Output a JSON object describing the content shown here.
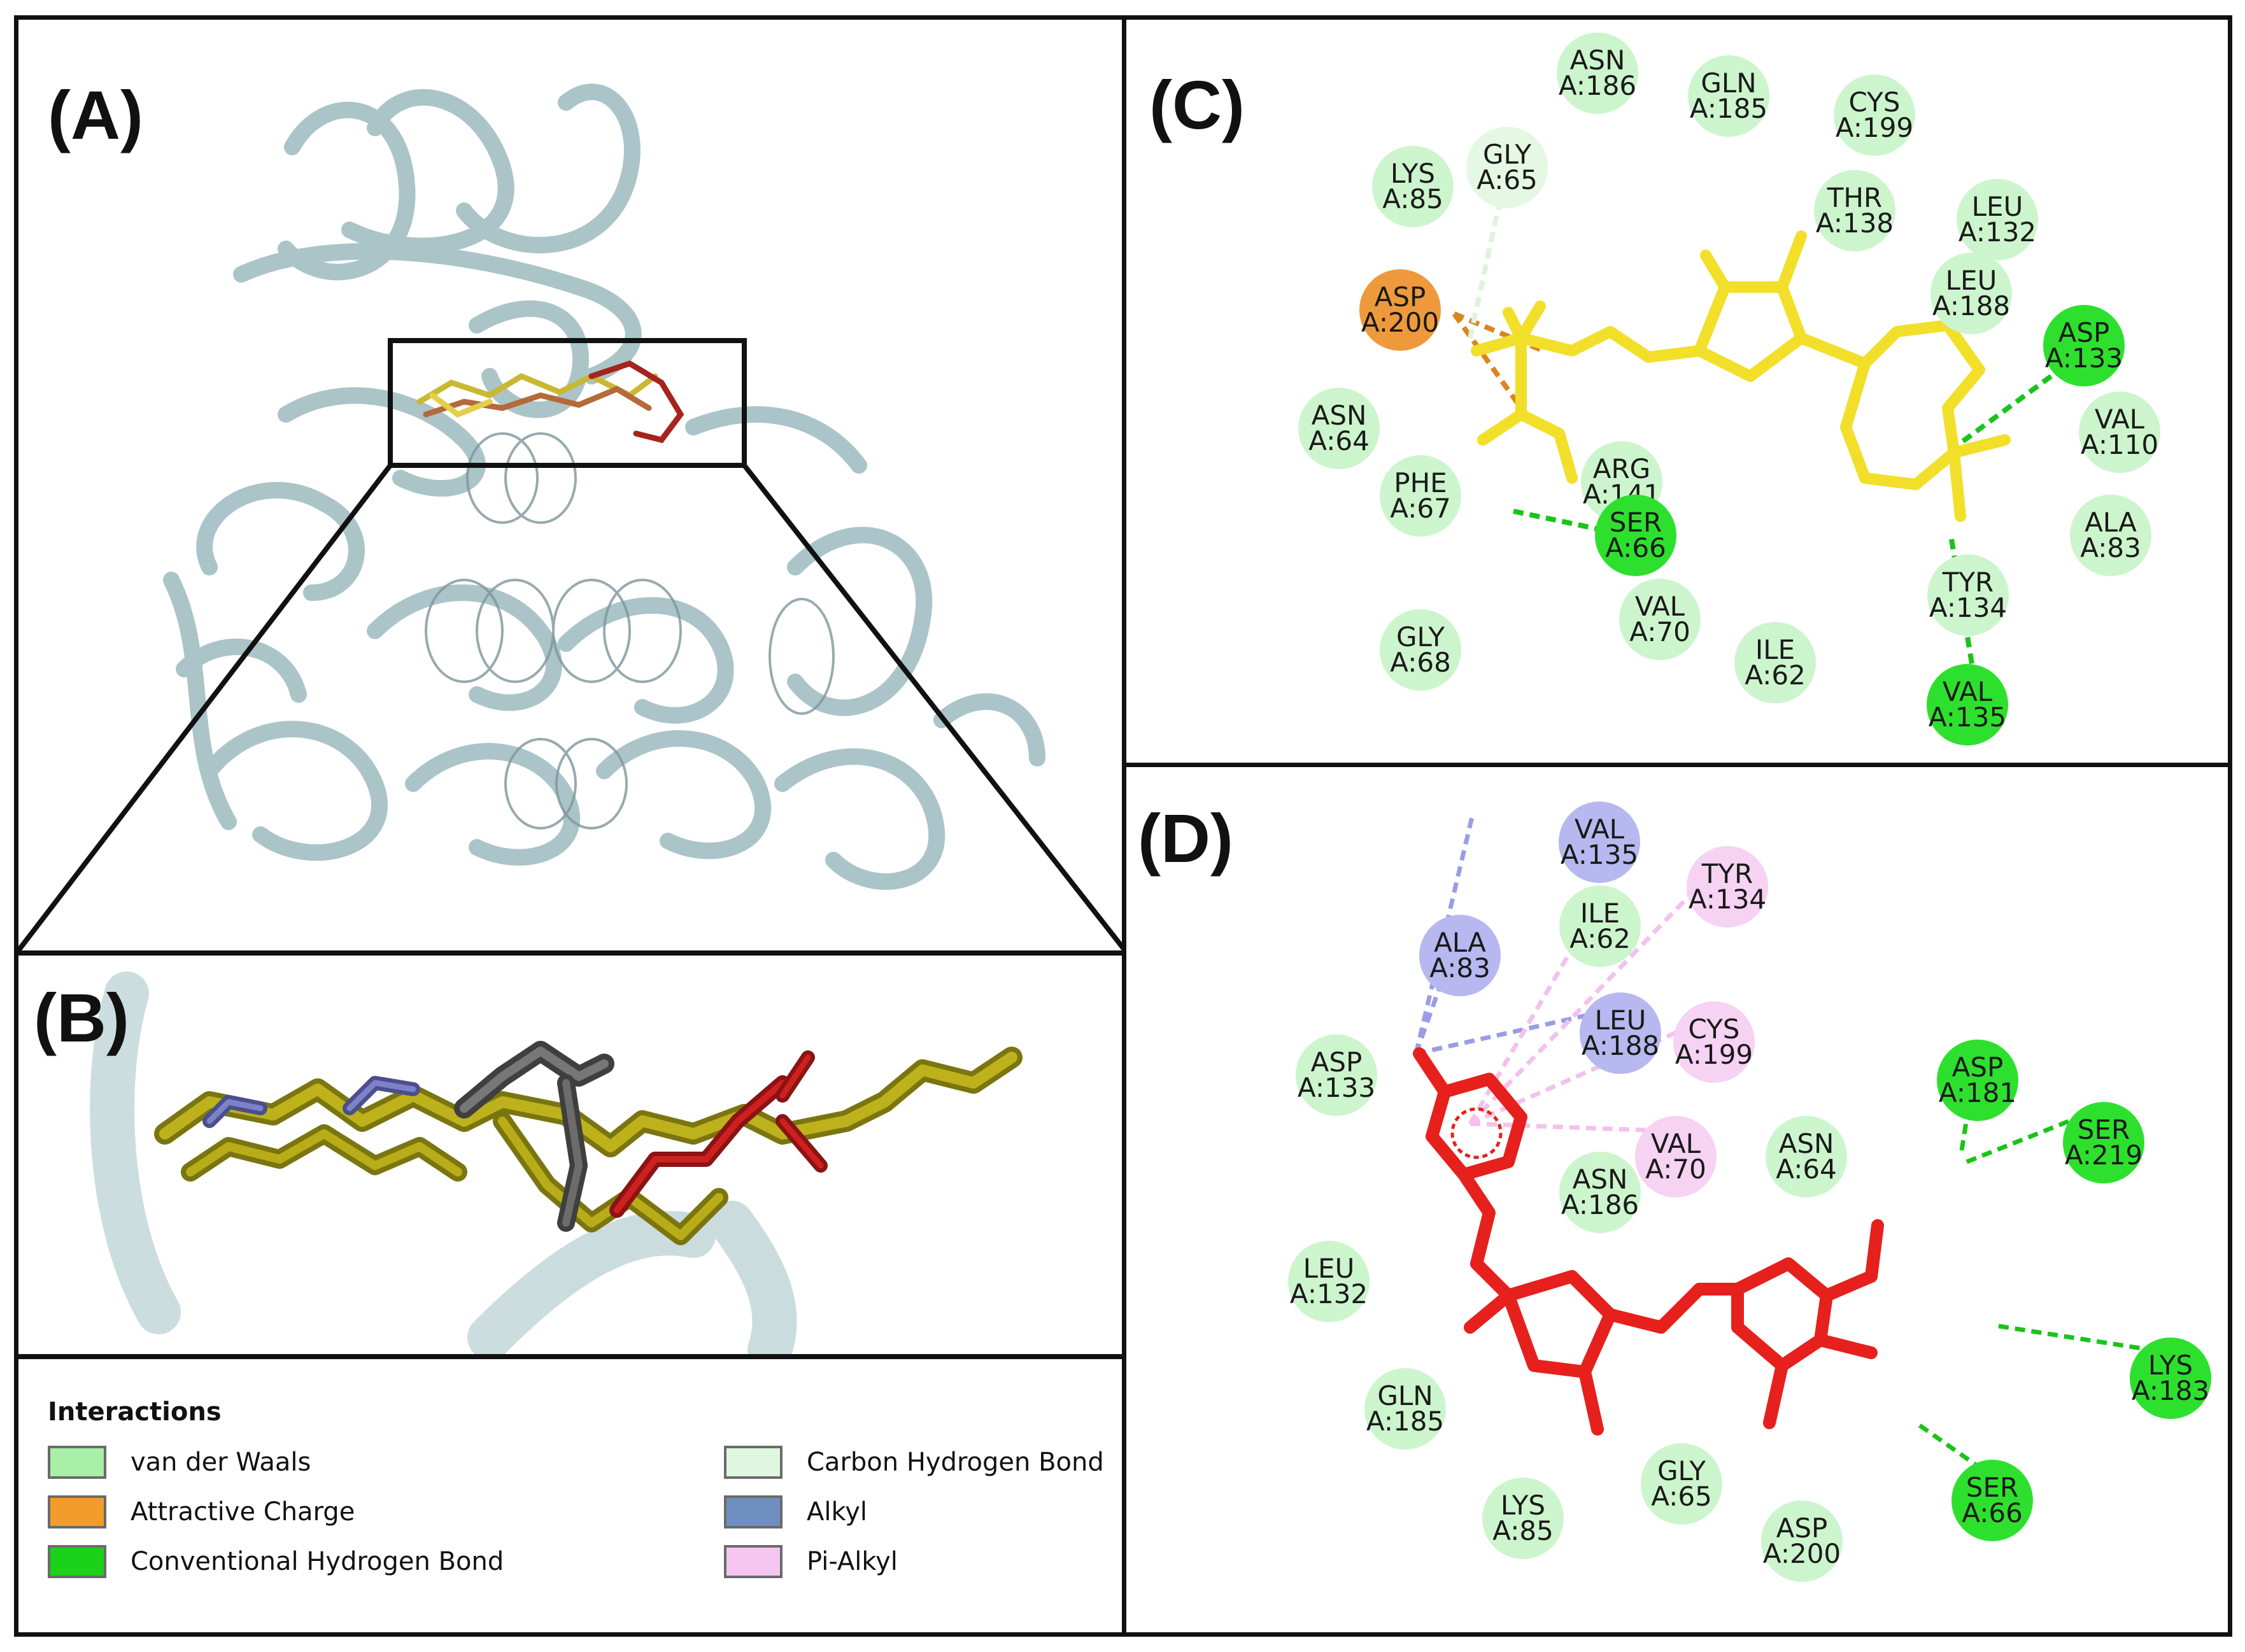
{
  "panels": {
    "A": {
      "label": "(A)"
    },
    "B": {
      "label": "(B)"
    },
    "C": {
      "label": "(C)"
    },
    "D": {
      "label": "(D)"
    }
  },
  "legend": {
    "title": "Interactions",
    "items": [
      {
        "label": "van der Waals",
        "color": "#a8f0a8"
      },
      {
        "label": "Attractive Charge",
        "color": "#f39c2b"
      },
      {
        "label": "Conventional Hydrogen Bond",
        "color": "#19d219"
      },
      {
        "label": "Carbon Hydrogen Bond",
        "color": "#dff7df"
      },
      {
        "label": "Alkyl",
        "color": "#6f8fc0"
      },
      {
        "label": "Pi-Alkyl",
        "color": "#f4c6f1"
      }
    ]
  },
  "colors": {
    "vdw": "#cdf5cd",
    "charge": "#ee9a3c",
    "hbond": "#2ee02e",
    "chbond": "#e4f8e4",
    "alkyl": "#b7b8ef",
    "pialkyl": "#f6d2f3",
    "ligand_c": "#f4e22e",
    "ligand_d": "#e8231f",
    "protein": "#c2d8dc"
  },
  "panel_c_residues": [
    {
      "name": "ASN",
      "num": "A:186",
      "type": "vdw"
    },
    {
      "name": "GLN",
      "num": "A:185",
      "type": "vdw"
    },
    {
      "name": "CYS",
      "num": "A:199",
      "type": "vdw"
    },
    {
      "name": "LYS",
      "num": "A:85",
      "type": "vdw"
    },
    {
      "name": "GLY",
      "num": "A:65",
      "type": "chbond"
    },
    {
      "name": "THR",
      "num": "A:138",
      "type": "vdw"
    },
    {
      "name": "LEU",
      "num": "A:132",
      "type": "vdw"
    },
    {
      "name": "ASP",
      "num": "A:200",
      "type": "charge"
    },
    {
      "name": "LEU",
      "num": "A:188",
      "type": "vdw"
    },
    {
      "name": "ASP",
      "num": "A:133",
      "type": "hbond"
    },
    {
      "name": "ASN",
      "num": "A:64",
      "type": "vdw"
    },
    {
      "name": "VAL",
      "num": "A:110",
      "type": "vdw"
    },
    {
      "name": "ARG",
      "num": "A:141",
      "type": "vdw"
    },
    {
      "name": "PHE",
      "num": "A:67",
      "type": "vdw"
    },
    {
      "name": "SER",
      "num": "A:66",
      "type": "hbond"
    },
    {
      "name": "ALA",
      "num": "A:83",
      "type": "vdw"
    },
    {
      "name": "TYR",
      "num": "A:134",
      "type": "vdw"
    },
    {
      "name": "VAL",
      "num": "A:70",
      "type": "vdw"
    },
    {
      "name": "GLY",
      "num": "A:68",
      "type": "vdw"
    },
    {
      "name": "ILE",
      "num": "A:62",
      "type": "vdw"
    },
    {
      "name": "VAL",
      "num": "A:135",
      "type": "hbond"
    }
  ],
  "panel_d_residues": [
    {
      "name": "VAL",
      "num": "A:135",
      "type": "alkyl"
    },
    {
      "name": "TYR",
      "num": "A:134",
      "type": "pialkyl"
    },
    {
      "name": "ILE",
      "num": "A:62",
      "type": "vdw"
    },
    {
      "name": "ALA",
      "num": "A:83",
      "type": "alkyl"
    },
    {
      "name": "ASP",
      "num": "A:133",
      "type": "vdw"
    },
    {
      "name": "LEU",
      "num": "A:188",
      "type": "alkyl"
    },
    {
      "name": "CYS",
      "num": "A:199",
      "type": "pialkyl"
    },
    {
      "name": "ASP",
      "num": "A:181",
      "type": "hbond"
    },
    {
      "name": "SER",
      "num": "A:219",
      "type": "hbond"
    },
    {
      "name": "VAL",
      "num": "A:70",
      "type": "pialkyl"
    },
    {
      "name": "ASN",
      "num": "A:64",
      "type": "vdw"
    },
    {
      "name": "ASN",
      "num": "A:186",
      "type": "vdw"
    },
    {
      "name": "LEU",
      "num": "A:132",
      "type": "vdw"
    },
    {
      "name": "LYS",
      "num": "A:183",
      "type": "hbond"
    },
    {
      "name": "GLN",
      "num": "A:185",
      "type": "vdw"
    },
    {
      "name": "SER",
      "num": "A:66",
      "type": "hbond"
    },
    {
      "name": "GLY",
      "num": "A:65",
      "type": "vdw"
    },
    {
      "name": "LYS",
      "num": "A:85",
      "type": "vdw"
    },
    {
      "name": "ASP",
      "num": "A:200",
      "type": "vdw"
    }
  ]
}
